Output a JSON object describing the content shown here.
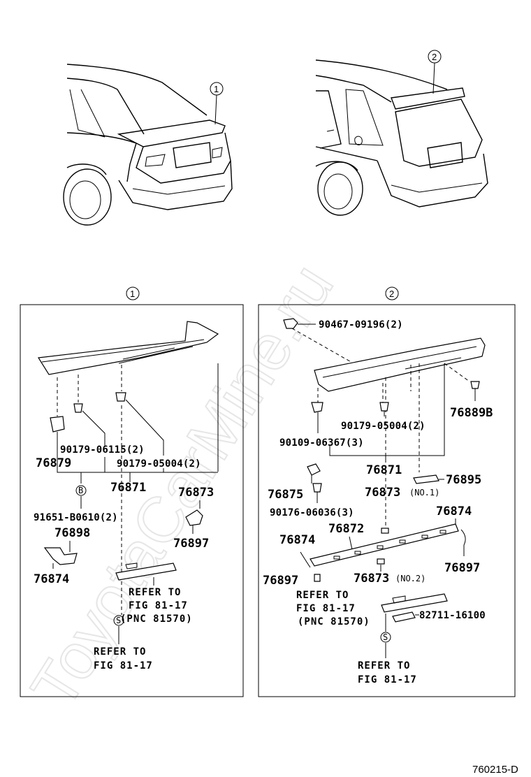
{
  "watermark": "ToyotaCarMine.ru",
  "figure_id": "760215-D",
  "callouts": {
    "one": "1",
    "two": "2"
  },
  "panel1": {
    "labels": {
      "p76879": "76879",
      "p90179_06115": "90179-06115(2)",
      "p90179_05004": "90179-05004(2)",
      "p76871": "76871",
      "p91651": "91651-B0610(2)",
      "p76873": "76873",
      "p76897": "76897",
      "p76898": "76898",
      "p76874": "76874",
      "bolt_b": "B",
      "screw_s": "S",
      "refer_to": "REFER TO",
      "fig_81_17": "FIG 81-17",
      "pnc": "(PNC 81570)",
      "refer_to_2": "REFER TO",
      "fig_81_17_2": "FIG 81-17"
    }
  },
  "panel2": {
    "labels": {
      "p90467": "90467-09196(2)",
      "p76889B": "76889B",
      "p90179_05004": "90179-05004(2)",
      "p90109": "90109-06367(3)",
      "p76871": "76871",
      "p76895": "76895",
      "p76875": "76875",
      "p76873_no1": "76873",
      "no1": "(NO.1)",
      "p90176": "90176-06036(3)",
      "p76872": "76872",
      "p76874_r": "76874",
      "p76874_l": "76874",
      "p76897_r": "76897",
      "p76897_l": "76897",
      "p76873_no2": "76873",
      "no2": "(NO.2)",
      "refer_to": "REFER TO",
      "fig_81_17": "FIG 81-17",
      "pnc": "(PNC 81570)",
      "p82711": "82711-16100",
      "screw_s": "S",
      "refer_to_2": "REFER TO",
      "fig_81_17_2": "FIG 81-17"
    }
  }
}
